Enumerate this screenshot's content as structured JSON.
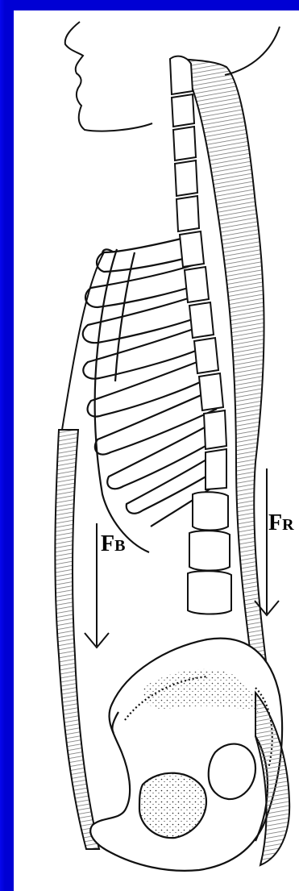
{
  "slide": {
    "background_color": "#0000d6",
    "panel_color": "#ffffff"
  },
  "figure": {
    "force_front": {
      "main": "F",
      "sub": "B"
    },
    "force_back": {
      "main": "F",
      "sub": "R"
    }
  }
}
